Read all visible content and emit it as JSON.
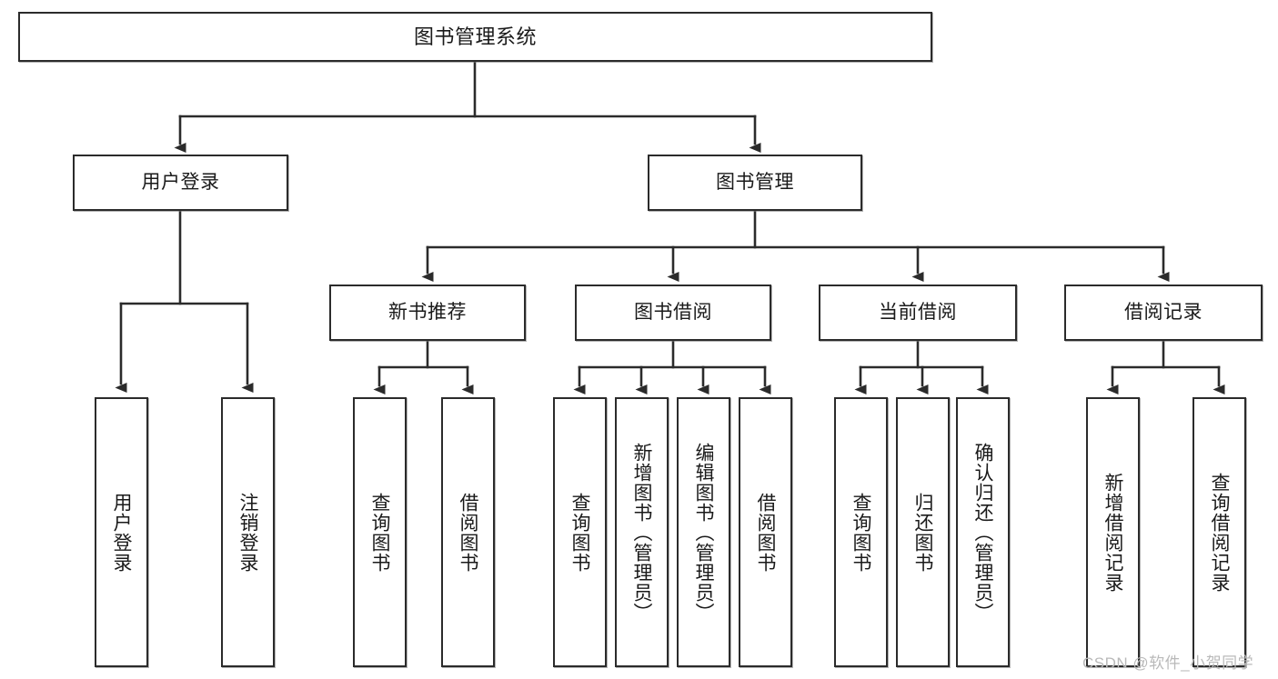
{
  "diagram": {
    "title": "图书管理系统",
    "type": "tree-hierarchy",
    "watermark": "CSDN @软件_小贺同学",
    "colors": {
      "box_border": "#2b2b2b",
      "box_fill": "#ffffff",
      "connector": "#2b2b2b",
      "text": "#1a1a1a",
      "watermark": "#b9b9b9",
      "background": "#ffffff"
    },
    "levels": {
      "root": {
        "label": "图书管理系统"
      },
      "level2": [
        {
          "id": "user-login",
          "label": "用户登录"
        },
        {
          "id": "book-management",
          "label": "图书管理"
        }
      ],
      "level3": [
        {
          "id": "new-book-recommend",
          "label": "新书推荐",
          "parent": "book-management"
        },
        {
          "id": "book-borrow",
          "label": "图书借阅",
          "parent": "book-management"
        },
        {
          "id": "current-borrow",
          "label": "当前借阅",
          "parent": "book-management"
        },
        {
          "id": "borrow-record",
          "label": "借阅记录",
          "parent": "book-management"
        }
      ],
      "leaves": [
        {
          "id": "leaf-user-login",
          "label": "用户登录",
          "parent": "user-login"
        },
        {
          "id": "leaf-logout-login",
          "label": "注销登录",
          "parent": "user-login"
        },
        {
          "id": "leaf-query-book-1",
          "label": "查询图书",
          "parent": "new-book-recommend"
        },
        {
          "id": "leaf-borrow-book-1",
          "label": "借阅图书",
          "parent": "new-book-recommend"
        },
        {
          "id": "leaf-query-book-2",
          "label": "查询图书",
          "parent": "book-borrow"
        },
        {
          "id": "leaf-add-book",
          "label": "新增图书（管理员）",
          "parent": "book-borrow"
        },
        {
          "id": "leaf-edit-book",
          "label": "编辑图书（管理员）",
          "parent": "book-borrow"
        },
        {
          "id": "leaf-borrow-book-2",
          "label": "借阅图书",
          "parent": "book-borrow"
        },
        {
          "id": "leaf-query-book-3",
          "label": "查询图书",
          "parent": "current-borrow"
        },
        {
          "id": "leaf-return-book",
          "label": "归还图书",
          "parent": "current-borrow"
        },
        {
          "id": "leaf-confirm-return",
          "label": "确认归还（管理员）",
          "parent": "current-borrow"
        },
        {
          "id": "leaf-add-record",
          "label": "新增借阅记录",
          "parent": "borrow-record"
        },
        {
          "id": "leaf-query-record",
          "label": "查询借阅记录",
          "parent": "borrow-record"
        }
      ]
    }
  }
}
